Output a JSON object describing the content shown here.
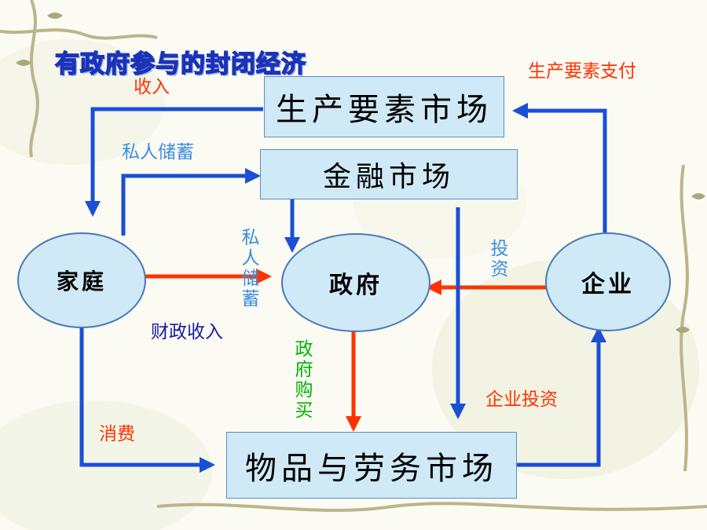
{
  "title": "有政府参与的封闭经济",
  "nodes": {
    "factor_market": "生产要素市场",
    "financial_market": "金融市场",
    "goods_market": "物品与劳务市场",
    "household": "家庭",
    "government": "政府",
    "firm": "企业"
  },
  "labels": {
    "income": "收入",
    "factor_payment": "生产要素支付",
    "private_savings_1": "私人储蓄",
    "private_savings_2": "私人储蓄",
    "investment": "投资",
    "fiscal_revenue": "财政收入",
    "government_purchase": "政府购买",
    "consumption": "消费",
    "business_investment": "企业投资"
  },
  "colors": {
    "flow_arrow": "#1a4fd6",
    "gov_arrow": "#ff3300",
    "box_fill": "#cfe9f7",
    "title_stroke": "#1a33b8"
  }
}
